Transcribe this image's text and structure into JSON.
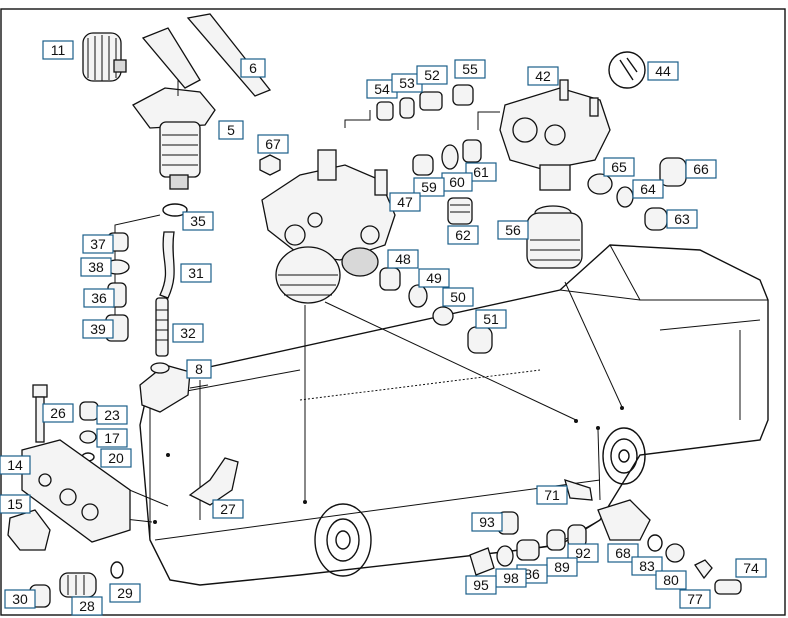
{
  "diagram": {
    "callouts": [
      {
        "id": "c11",
        "label": "11"
      },
      {
        "id": "c6",
        "label": "6"
      },
      {
        "id": "c5",
        "label": "5"
      },
      {
        "id": "c67",
        "label": "67"
      },
      {
        "id": "c54",
        "label": "54"
      },
      {
        "id": "c53",
        "label": "53"
      },
      {
        "id": "c52",
        "label": "52"
      },
      {
        "id": "c55",
        "label": "55"
      },
      {
        "id": "c42",
        "label": "42"
      },
      {
        "id": "c44",
        "label": "44"
      },
      {
        "id": "c65",
        "label": "65"
      },
      {
        "id": "c66",
        "label": "66"
      },
      {
        "id": "c61",
        "label": "61"
      },
      {
        "id": "c60",
        "label": "60"
      },
      {
        "id": "c59",
        "label": "59"
      },
      {
        "id": "c47",
        "label": "47"
      },
      {
        "id": "c64",
        "label": "64"
      },
      {
        "id": "c63",
        "label": "63"
      },
      {
        "id": "c62",
        "label": "62"
      },
      {
        "id": "c56",
        "label": "56"
      },
      {
        "id": "c35",
        "label": "35"
      },
      {
        "id": "c37",
        "label": "37"
      },
      {
        "id": "c38",
        "label": "38"
      },
      {
        "id": "c31",
        "label": "31"
      },
      {
        "id": "c36",
        "label": "36"
      },
      {
        "id": "c39",
        "label": "39"
      },
      {
        "id": "c32",
        "label": "32"
      },
      {
        "id": "c48",
        "label": "48"
      },
      {
        "id": "c49",
        "label": "49"
      },
      {
        "id": "c50",
        "label": "50"
      },
      {
        "id": "c51",
        "label": "51"
      },
      {
        "id": "c8",
        "label": "8"
      },
      {
        "id": "c26",
        "label": "26"
      },
      {
        "id": "c23",
        "label": "23"
      },
      {
        "id": "c17",
        "label": "17"
      },
      {
        "id": "c20",
        "label": "20"
      },
      {
        "id": "c14",
        "label": "14"
      },
      {
        "id": "c15",
        "label": "15"
      },
      {
        "id": "c27",
        "label": "27"
      },
      {
        "id": "c71",
        "label": "71"
      },
      {
        "id": "c93",
        "label": "93"
      },
      {
        "id": "c92",
        "label": "92"
      },
      {
        "id": "c68",
        "label": "68"
      },
      {
        "id": "c89",
        "label": "89"
      },
      {
        "id": "c86",
        "label": "86"
      },
      {
        "id": "c98",
        "label": "98"
      },
      {
        "id": "c95",
        "label": "95"
      },
      {
        "id": "c83",
        "label": "83"
      },
      {
        "id": "c80",
        "label": "80"
      },
      {
        "id": "c77",
        "label": "77"
      },
      {
        "id": "c74",
        "label": "74"
      },
      {
        "id": "c30",
        "label": "30"
      },
      {
        "id": "c28",
        "label": "28"
      },
      {
        "id": "c29",
        "label": "29"
      }
    ]
  }
}
